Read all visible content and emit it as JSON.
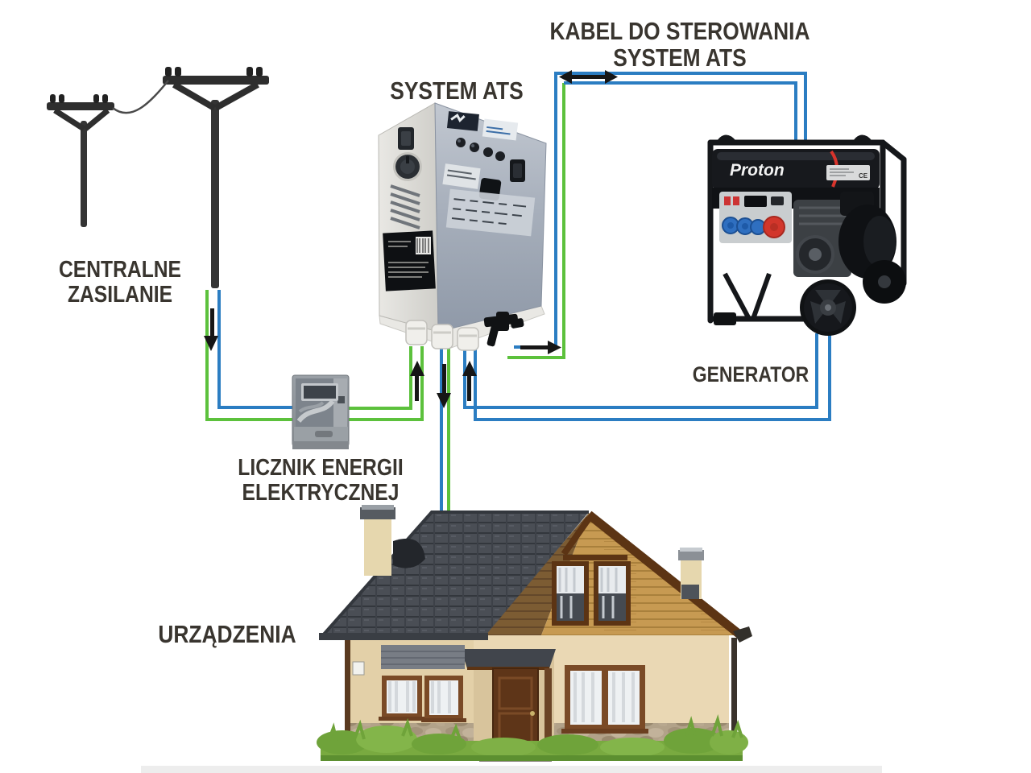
{
  "diagram": {
    "control_cable_label": {
      "line1": "KABEL DO STEROWANIA",
      "line2": "SYSTEM ATS"
    },
    "ats_label": "SYSTEM ATS",
    "mains_label": {
      "line1": "CENTRALNE",
      "line2": "ZASILANIE"
    },
    "generator_label": "GENERATOR",
    "meter_label": {
      "line1": "LICZNIK ENERGII",
      "line2": "ELEKTRYCZNEJ"
    },
    "devices_label": "URZĄDZENIA",
    "generator_brand": "Proton"
  },
  "colors": {
    "cable_green": "#5cc13c",
    "cable_blue": "#2b7dc2",
    "arrow_black": "#161616",
    "label_text": "#39352f"
  }
}
